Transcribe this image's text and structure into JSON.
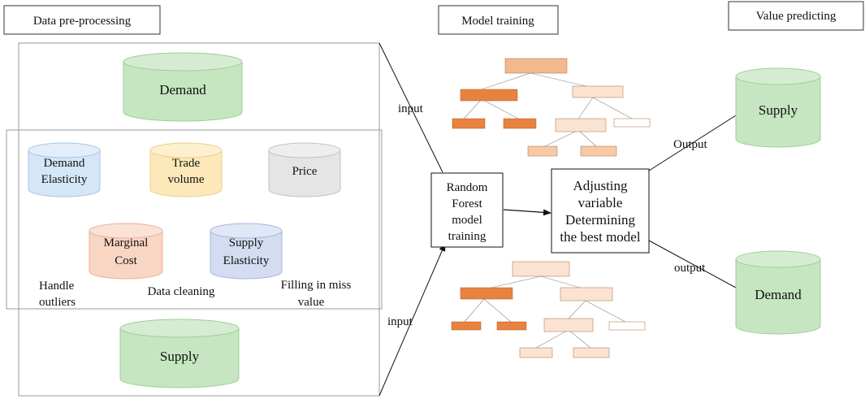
{
  "stages": {
    "preprocessing": "Data pre-processing",
    "training": "Model training",
    "predicting": "Value predicting"
  },
  "inputs": {
    "demand": "Demand",
    "supply": "Supply"
  },
  "features": {
    "demand_elasticity": [
      "Demand",
      "Elasticity"
    ],
    "trade_volume": [
      "Trade",
      "volume"
    ],
    "price": "Price",
    "marginal_cost": [
      "Marginal",
      "Cost"
    ],
    "supply_elasticity": [
      "Supply",
      "Elasticity"
    ]
  },
  "steps": {
    "handle_outliers": [
      "Handle",
      "outliers"
    ],
    "data_cleaning": "Data cleaning",
    "filling": [
      "Filling in miss",
      "value"
    ]
  },
  "edges": {
    "input_top": "input",
    "input_bottom": "input",
    "output_top": "Output",
    "output_bottom": "output"
  },
  "rf_box": [
    "Random",
    "Forest",
    "model",
    "training"
  ],
  "adjust_box": [
    "Adjusting",
    "variable",
    "Determining",
    "the best model"
  ],
  "outputs": {
    "supply": "Supply",
    "demand": "Demand"
  },
  "colors": {
    "green_fill": "#c6e5c1",
    "green_stroke": "#9ccf95",
    "blue_fill": "#d5e6f6",
    "yellow_fill": "#fce8b9",
    "gray_fill": "#e5e5e5",
    "peach_fill": "#f9d5c3",
    "lavender_fill": "#d3dcf1",
    "tree_dark": "#e8823f",
    "tree_mid": "#f3b98e",
    "tree_light": "#fbe3d2"
  }
}
